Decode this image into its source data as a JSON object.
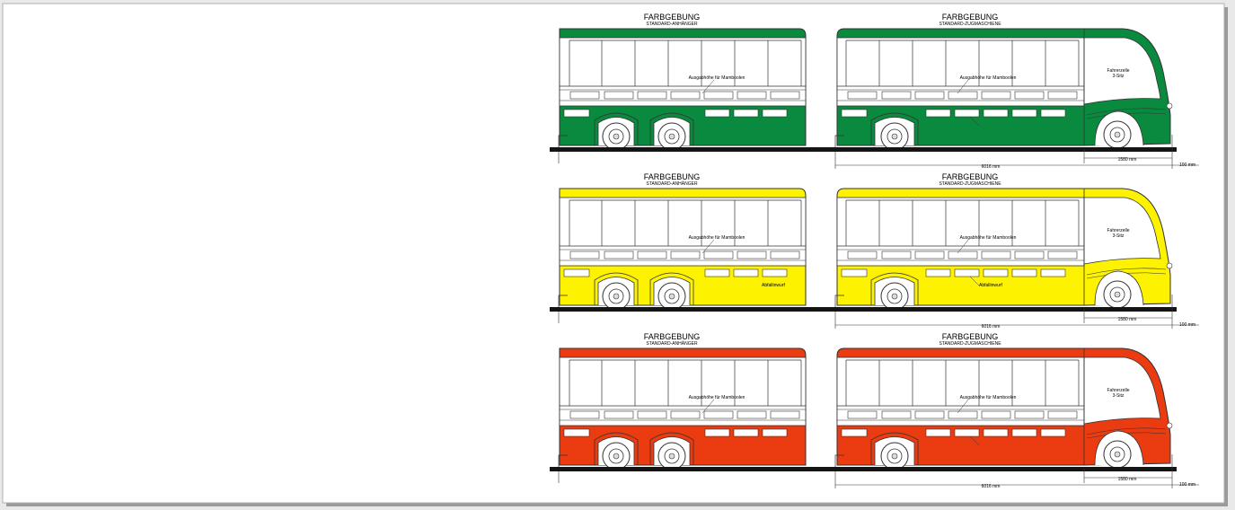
{
  "colors": {
    "page": "#ffffff",
    "rail": "#141414",
    "outline": "#333333",
    "hub": "#dcdcdc"
  },
  "rows": [
    {
      "color": "#0a8a3e",
      "trailer_title": "FARBGEBUNG",
      "trailer_subtitle": "STANDARD-ANHÄNGER",
      "tractor_title": "FARBGEBUNG",
      "tractor_subtitle": "STANDARD-ZUGMASCHIENE",
      "trailer_note": "Ausgabhöhe für Mamboolen",
      "tractor_note": "Ausgabhöhe für Mamboolen",
      "trailer_note2": "",
      "tractor_note2": "",
      "cab_label": "Fahrerzelle",
      "cab_label2": "3-Sitz",
      "dim_main": "6016 mm",
      "dim_cab": "1580 mm",
      "dim_end": "100 mm"
    },
    {
      "color": "#fdf200",
      "trailer_title": "FARBGEBUNG",
      "trailer_subtitle": "STANDARD-ANHÄNGER",
      "tractor_title": "FARBGEBUNG",
      "tractor_subtitle": "STANDARD-ZUGMASCHIENE",
      "trailer_note": "Ausgabhöhe für Mamboolen",
      "tractor_note": "Ausgabhöhe für Mamboolen",
      "trailer_note2": "Abfallinwurf",
      "tractor_note2": "Abfallinwurf",
      "cab_label": "Fahrerzelle",
      "cab_label2": "3-Sitz",
      "dim_main": "6016 mm",
      "dim_cab": "1580 mm",
      "dim_end": "100 mm"
    },
    {
      "color": "#eb3b10",
      "trailer_title": "FARBGEBUNG",
      "trailer_subtitle": "STANDARD-ANHÄNGER",
      "tractor_title": "FARBGEBUNG",
      "tractor_subtitle": "STANDARD-ZUGMASCHIENE",
      "trailer_note": "Ausgabhöhe für Mamboolen",
      "tractor_note": "Ausgabhöhe für Mamboolen",
      "trailer_note2": "",
      "tractor_note2": "",
      "cab_label": "Fahrerzelle",
      "cab_label2": "3-Sitz",
      "dim_main": "6016 mm",
      "dim_cab": "1580 mm",
      "dim_end": "100 mm"
    }
  ]
}
